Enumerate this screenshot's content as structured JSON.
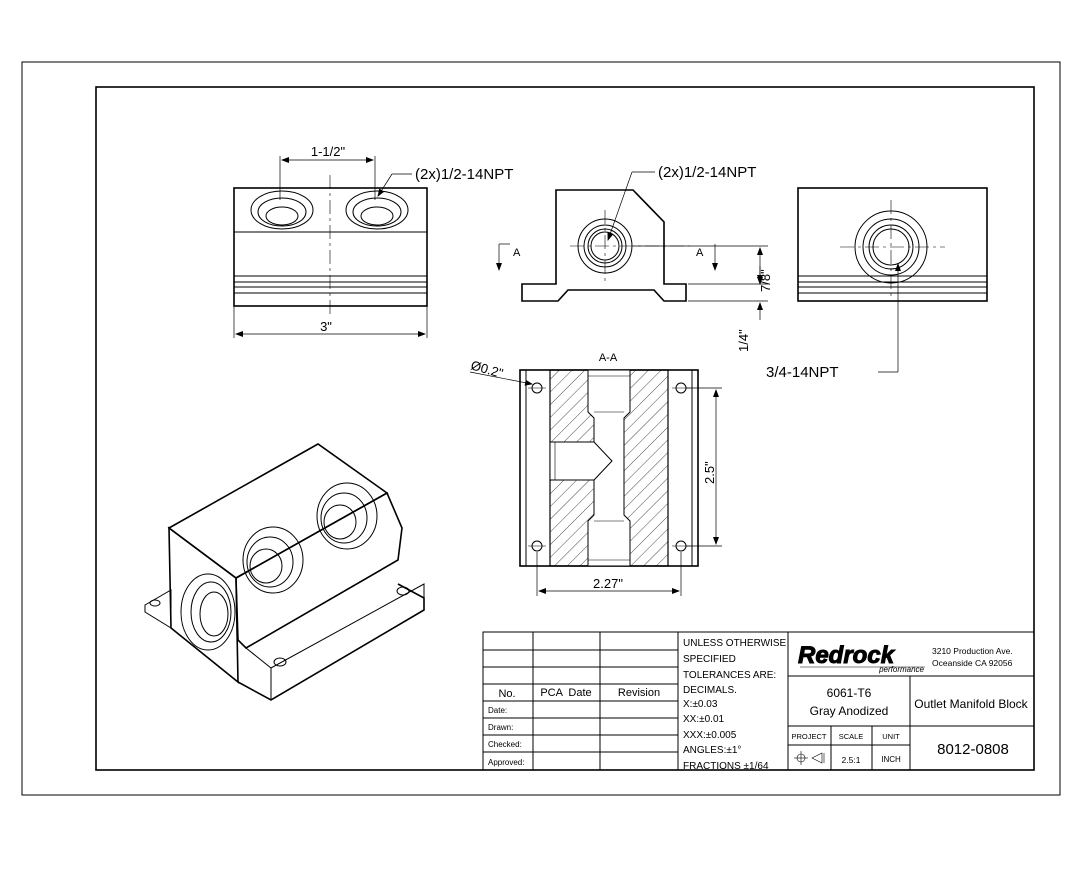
{
  "views": {
    "front": {
      "hole_spacing": "1-1/2\"",
      "ports_callout": "(2x)1/2-14NPT",
      "width": "3\""
    },
    "side": {
      "ports_callout": "(2x)1/2-14NPT",
      "section_left": "A",
      "section_right": "A",
      "height_dim": "7/8\"",
      "base_dim": "1/4\""
    },
    "right": {
      "port_callout": "3/4-14NPT"
    },
    "section": {
      "title": "A-A",
      "hole_dia": "Ø0.2\"",
      "height": "2.5\"",
      "width": "2.27\""
    }
  },
  "title_block": {
    "rev_table": {
      "headers": [
        "No.",
        "PCA  Date",
        "Revision"
      ],
      "rows": [
        "Date:",
        "Drawn:",
        "Checked:",
        "Approved:"
      ]
    },
    "tolerances": [
      "UNLESS OTHERWISE",
      "SPECIFIED",
      "TOLERANCES ARE:",
      "DECIMALS.",
      "X:±0.03",
      "XX:±0.01",
      "XXX:±0.005",
      "ANGLES:±1°",
      "FRACTIONS ±1/64"
    ],
    "company": {
      "logo": "Redrock",
      "logo_sub": "performance",
      "address1": "3210 Production Ave.",
      "address2": "Oceanside CA 92056"
    },
    "material": "6061-T6",
    "finish": "Gray Anodized",
    "part_name": "Outlet Manifold Block",
    "project_label": "PROJECT",
    "scale_label": "SCALE",
    "scale_value": "2.5:1",
    "unit_label": "UNIT",
    "unit_value": "INCH",
    "part_number": "8012-0808"
  }
}
